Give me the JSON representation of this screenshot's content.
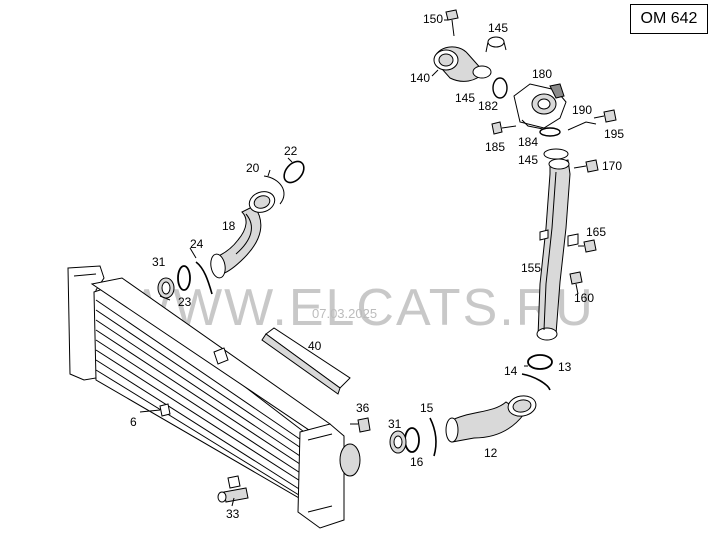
{
  "model_label": "OM 642",
  "watermark": {
    "text": "WWW.ELCATS.RU",
    "date": "07.03.2025"
  },
  "callouts": {
    "c150": "150",
    "c145a": "145",
    "c140": "140",
    "c180": "180",
    "c145b": "145",
    "c182": "182",
    "c190": "190",
    "c195": "195",
    "c184": "184",
    "c185": "185",
    "c145c": "145",
    "c170": "170",
    "c22": "22",
    "c20": "20",
    "c18": "18",
    "c24": "24",
    "c31a": "31",
    "c23": "23",
    "c165": "165",
    "c155": "155",
    "c160": "160",
    "c40": "40",
    "c14": "14",
    "c13": "13",
    "c6": "6",
    "c36": "36",
    "c15": "15",
    "c31b": "31",
    "c16": "16",
    "c12": "12",
    "c33": "33"
  }
}
